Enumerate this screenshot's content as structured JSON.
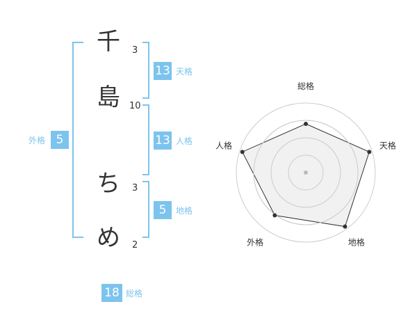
{
  "name_chars": [
    {
      "char": "千",
      "strokes": "3"
    },
    {
      "char": "島",
      "strokes": "10"
    },
    {
      "char": "ち",
      "strokes": "3"
    },
    {
      "char": "め",
      "strokes": "2"
    }
  ],
  "fortunes": {
    "tenkaku": {
      "value": "13",
      "label": "天格"
    },
    "jinkaku": {
      "value": "13",
      "label": "人格"
    },
    "chikaku": {
      "value": "5",
      "label": "地格"
    },
    "gaikaku": {
      "value": "5",
      "label": "外格"
    },
    "soukaku": {
      "value": "18",
      "label": "総格"
    }
  },
  "chart_data": {
    "type": "radar",
    "axes": [
      "総格",
      "天格",
      "地格",
      "外格",
      "人格"
    ],
    "values": [
      0.7,
      0.96,
      0.96,
      0.76,
      0.96
    ],
    "rings": 4,
    "colors": {
      "fill": "#eeeeee",
      "line": "#333333",
      "grid": "#cccccc",
      "dot": "#333333"
    }
  },
  "colors": {
    "accent": "#7cc4ee"
  }
}
